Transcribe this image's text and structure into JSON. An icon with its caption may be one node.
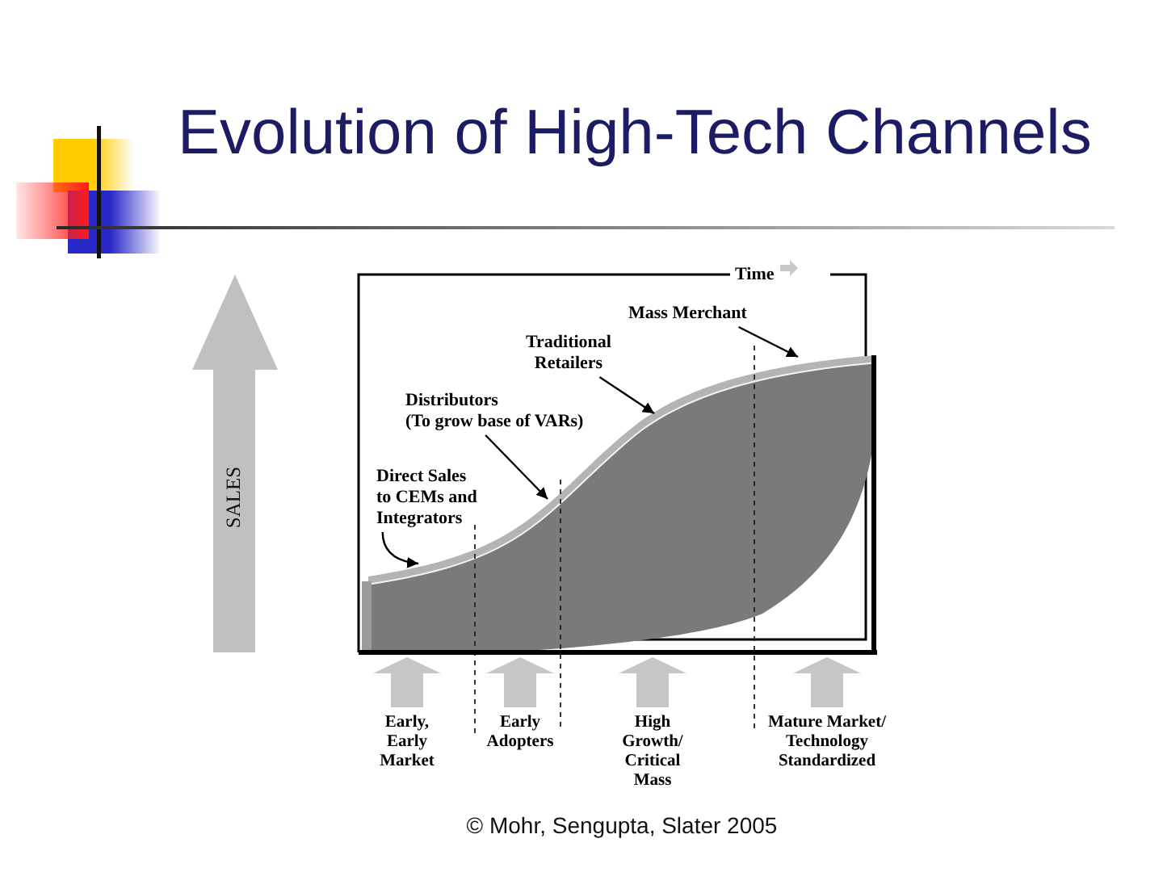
{
  "diagram": {
    "title": "Evolution of High-Tech Channels",
    "caption": "© Mohr, Sengupta, Slater 2005",
    "nodes": [
      {
        "text": [
          "SALES"
        ]
      },
      {
        "text": [
          "Mass Merchant"
        ]
      },
      {
        "text": [
          "Traditional Retailers"
        ]
      },
      {
        "text": [
          "Distributors",
          "(To grow base of VARs)"
        ]
      },
      {
        "text": [
          "Direct Sales to CEMs and Integrators"
        ]
      }
    ],
    "edges": [
      {
        "from": 1,
        "to": null,
        "arrow": "to"
      },
      {
        "from": 2,
        "to": null,
        "arrow": "to"
      },
      {
        "from": 3,
        "to": null,
        "arrow": "to"
      },
      {
        "from": 4,
        "to": null,
        "arrow": "to"
      }
    ],
    "labels": [
      "Time",
      "Early, Early Market",
      "Early Adopters",
      "High Growth/ Critical Mass",
      "Mature Market/ Technology Standardized"
    ]
  }
}
